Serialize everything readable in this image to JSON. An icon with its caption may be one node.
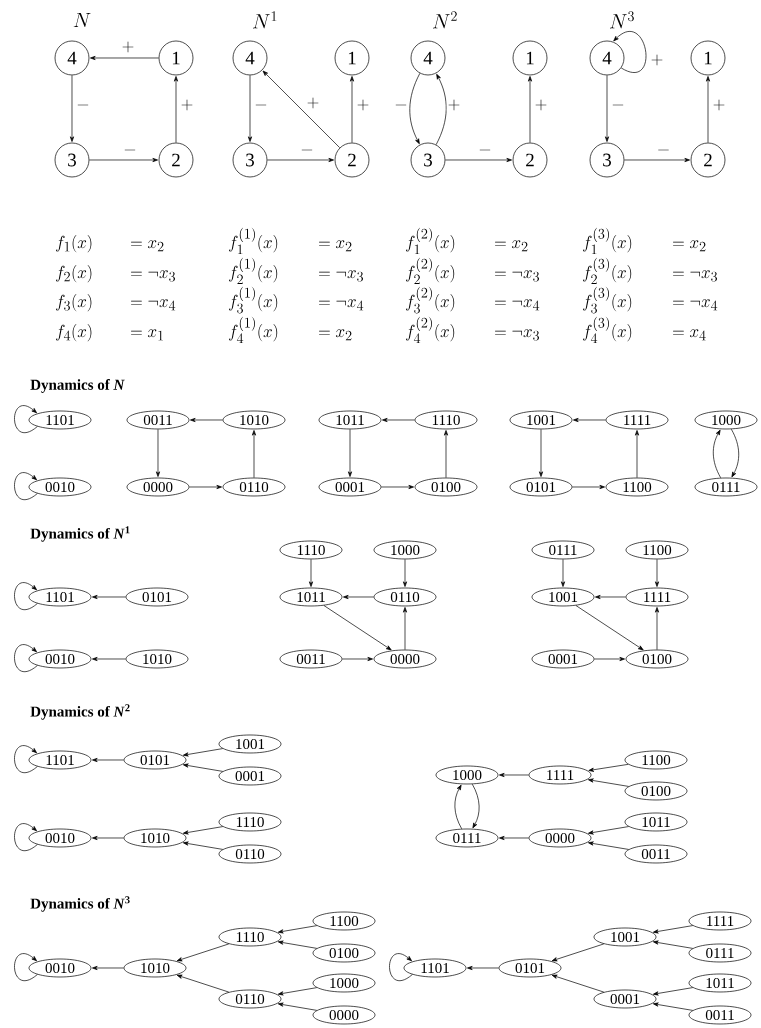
{
  "diagram": {
    "nodes": [
      {
        "text": [
          "4"
        ]
      },
      {
        "text": [
          "1"
        ]
      },
      {
        "text": [
          "3"
        ]
      },
      {
        "text": [
          "2"
        ]
      },
      {
        "text": [
          "4"
        ]
      },
      {
        "text": [
          "1"
        ]
      },
      {
        "text": [
          "3"
        ]
      },
      {
        "text": [
          "2"
        ]
      },
      {
        "text": [
          "4"
        ]
      },
      {
        "text": [
          "1"
        ]
      },
      {
        "text": [
          "3"
        ]
      },
      {
        "text": [
          "2"
        ]
      },
      {
        "text": [
          "4"
        ]
      },
      {
        "text": [
          "1"
        ]
      },
      {
        "text": [
          "3"
        ]
      },
      {
        "text": [
          "2"
        ]
      },
      {
        "text": [
          "1101"
        ]
      },
      {
        "text": [
          "0011"
        ]
      },
      {
        "text": [
          "1010"
        ]
      },
      {
        "text": [
          "1011"
        ]
      },
      {
        "text": [
          "1110"
        ]
      },
      {
        "text": [
          "1001"
        ]
      },
      {
        "text": [
          "1111"
        ]
      },
      {
        "text": [
          "1000"
        ]
      },
      {
        "text": [
          "0010"
        ]
      },
      {
        "text": [
          "0000"
        ]
      },
      {
        "text": [
          "0110"
        ]
      },
      {
        "text": [
          "0001"
        ]
      },
      {
        "text": [
          "0100"
        ]
      },
      {
        "text": [
          "0101"
        ]
      },
      {
        "text": [
          "1100"
        ]
      },
      {
        "text": [
          "0111"
        ]
      },
      {
        "text": [
          "1110"
        ]
      },
      {
        "text": [
          "1000"
        ]
      },
      {
        "text": [
          "0111"
        ]
      },
      {
        "text": [
          "1100"
        ]
      },
      {
        "text": [
          "1101"
        ]
      },
      {
        "text": [
          "0101"
        ]
      },
      {
        "text": [
          "1011"
        ]
      },
      {
        "text": [
          "0110"
        ]
      },
      {
        "text": [
          "1001"
        ]
      },
      {
        "text": [
          "1111"
        ]
      },
      {
        "text": [
          "0010"
        ]
      },
      {
        "text": [
          "1010"
        ]
      },
      {
        "text": [
          "0011"
        ]
      },
      {
        "text": [
          "0000"
        ]
      },
      {
        "text": [
          "0001"
        ]
      },
      {
        "text": [
          "0100"
        ]
      },
      {
        "text": [
          "1001"
        ]
      },
      {
        "text": [
          "1101"
        ]
      },
      {
        "text": [
          "0101"
        ]
      },
      {
        "text": [
          "1100"
        ]
      },
      {
        "text": [
          "1000"
        ]
      },
      {
        "text": [
          "1111"
        ]
      },
      {
        "text": [
          "0001"
        ]
      },
      {
        "text": [
          "0100"
        ]
      },
      {
        "text": [
          "1110"
        ]
      },
      {
        "text": [
          "1011"
        ]
      },
      {
        "text": [
          "0010"
        ]
      },
      {
        "text": [
          "1010"
        ]
      },
      {
        "text": [
          "0111"
        ]
      },
      {
        "text": [
          "0000"
        ]
      },
      {
        "text": [
          "0110"
        ]
      },
      {
        "text": [
          "0011"
        ]
      },
      {
        "text": [
          "1100"
        ]
      },
      {
        "text": [
          "1111"
        ]
      },
      {
        "text": [
          "1110"
        ]
      },
      {
        "text": [
          "1001"
        ]
      },
      {
        "text": [
          "0100"
        ]
      },
      {
        "text": [
          "0111"
        ]
      },
      {
        "text": [
          "0010"
        ]
      },
      {
        "text": [
          "1010"
        ]
      },
      {
        "text": [
          "1101"
        ]
      },
      {
        "text": [
          "0101"
        ]
      },
      {
        "text": [
          "1000"
        ]
      },
      {
        "text": [
          "1011"
        ]
      },
      {
        "text": [
          "0110"
        ]
      },
      {
        "text": [
          "0001"
        ]
      },
      {
        "text": [
          "0000"
        ]
      },
      {
        "text": [
          "0011"
        ]
      }
    ],
    "edges": [
      {
        "from": 1,
        "to": 0,
        "arrow": "to",
        "label": "+"
      },
      {
        "from": 0,
        "to": 2,
        "arrow": "to",
        "label": "-"
      },
      {
        "from": 2,
        "to": 3,
        "arrow": "to",
        "label": "-"
      },
      {
        "from": 3,
        "to": 1,
        "arrow": "to",
        "label": "+"
      },
      {
        "from": 7,
        "to": 4,
        "arrow": "to",
        "label": "+"
      },
      {
        "from": 4,
        "to": 6,
        "arrow": "to",
        "label": "-"
      },
      {
        "from": 6,
        "to": 7,
        "arrow": "to",
        "label": "-"
      },
      {
        "from": 7,
        "to": 5,
        "arrow": "to",
        "label": "+"
      },
      {
        "from": 8,
        "to": 10,
        "arrow": "to",
        "label": "-"
      },
      {
        "from": 10,
        "to": 8,
        "arrow": "to",
        "label": "+"
      },
      {
        "from": 10,
        "to": 11,
        "arrow": "to",
        "label": "-"
      },
      {
        "from": 11,
        "to": 9,
        "arrow": "to",
        "label": "+"
      },
      {
        "from": 12,
        "to": 12,
        "arrow": "to",
        "label": "+"
      },
      {
        "from": 12,
        "to": 14,
        "arrow": "to",
        "label": "-"
      },
      {
        "from": 14,
        "to": 15,
        "arrow": "to",
        "label": "-"
      },
      {
        "from": 15,
        "to": 13,
        "arrow": "to",
        "label": "+"
      },
      {
        "from": 16,
        "to": 16,
        "arrow": "to"
      },
      {
        "from": 24,
        "to": 24,
        "arrow": "to"
      },
      {
        "from": 18,
        "to": 17,
        "arrow": "to"
      },
      {
        "from": 17,
        "to": 25,
        "arrow": "to"
      },
      {
        "from": 25,
        "to": 26,
        "arrow": "to"
      },
      {
        "from": 26,
        "to": 18,
        "arrow": "to"
      },
      {
        "from": 20,
        "to": 19,
        "arrow": "to"
      },
      {
        "from": 19,
        "to": 27,
        "arrow": "to"
      },
      {
        "from": 27,
        "to": 28,
        "arrow": "to"
      },
      {
        "from": 28,
        "to": 20,
        "arrow": "to"
      },
      {
        "from": 22,
        "to": 21,
        "arrow": "to"
      },
      {
        "from": 21,
        "to": 29,
        "arrow": "to"
      },
      {
        "from": 29,
        "to": 30,
        "arrow": "to"
      },
      {
        "from": 30,
        "to": 22,
        "arrow": "to"
      },
      {
        "from": 23,
        "to": 31,
        "arrow": "to"
      },
      {
        "from": 31,
        "to": 23,
        "arrow": "to"
      },
      {
        "from": 36,
        "to": 36,
        "arrow": "to"
      },
      {
        "from": 37,
        "to": 36,
        "arrow": "to"
      },
      {
        "from": 42,
        "to": 42,
        "arrow": "to"
      },
      {
        "from": 43,
        "to": 42,
        "arrow": "to"
      },
      {
        "from": 32,
        "to": 38,
        "arrow": "to"
      },
      {
        "from": 33,
        "to": 39,
        "arrow": "to"
      },
      {
        "from": 39,
        "to": 38,
        "arrow": "to"
      },
      {
        "from": 38,
        "to": 45,
        "arrow": "to"
      },
      {
        "from": 45,
        "to": 39,
        "arrow": "to"
      },
      {
        "from": 44,
        "to": 45,
        "arrow": "to"
      },
      {
        "from": 34,
        "to": 40,
        "arrow": "to"
      },
      {
        "from": 35,
        "to": 41,
        "arrow": "to"
      },
      {
        "from": 41,
        "to": 40,
        "arrow": "to"
      },
      {
        "from": 40,
        "to": 47,
        "arrow": "to"
      },
      {
        "from": 47,
        "to": 41,
        "arrow": "to"
      },
      {
        "from": 46,
        "to": 47,
        "arrow": "to"
      },
      {
        "from": 49,
        "to": 49,
        "arrow": "to"
      },
      {
        "from": 50,
        "to": 49,
        "arrow": "to"
      },
      {
        "from": 48,
        "to": 50,
        "arrow": "to"
      },
      {
        "from": 54,
        "to": 50,
        "arrow": "to"
      },
      {
        "from": 58,
        "to": 58,
        "arrow": "to"
      },
      {
        "from": 59,
        "to": 58,
        "arrow": "to"
      },
      {
        "from": 56,
        "to": 59,
        "arrow": "to"
      },
      {
        "from": 62,
        "to": 59,
        "arrow": "to"
      },
      {
        "from": 53,
        "to": 52,
        "arrow": "to"
      },
      {
        "from": 51,
        "to": 53,
        "arrow": "to"
      },
      {
        "from": 55,
        "to": 53,
        "arrow": "to"
      },
      {
        "from": 52,
        "to": 60,
        "arrow": "to"
      },
      {
        "from": 60,
        "to": 52,
        "arrow": "to"
      },
      {
        "from": 61,
        "to": 60,
        "arrow": "to"
      },
      {
        "from": 57,
        "to": 61,
        "arrow": "to"
      },
      {
        "from": 63,
        "to": 61,
        "arrow": "to"
      },
      {
        "from": 70,
        "to": 70,
        "arrow": "to"
      },
      {
        "from": 71,
        "to": 70,
        "arrow": "to"
      },
      {
        "from": 66,
        "to": 71,
        "arrow": "to"
      },
      {
        "from": 76,
        "to": 71,
        "arrow": "to"
      },
      {
        "from": 64,
        "to": 66,
        "arrow": "to"
      },
      {
        "from": 68,
        "to": 66,
        "arrow": "to"
      },
      {
        "from": 74,
        "to": 76,
        "arrow": "to"
      },
      {
        "from": 78,
        "to": 76,
        "arrow": "to"
      },
      {
        "from": 72,
        "to": 72,
        "arrow": "to"
      },
      {
        "from": 73,
        "to": 72,
        "arrow": "to"
      },
      {
        "from": 67,
        "to": 73,
        "arrow": "to"
      },
      {
        "from": 77,
        "to": 73,
        "arrow": "to"
      },
      {
        "from": 65,
        "to": 67,
        "arrow": "to"
      },
      {
        "from": 69,
        "to": 67,
        "arrow": "to"
      },
      {
        "from": 75,
        "to": 77,
        "arrow": "to"
      },
      {
        "from": 79,
        "to": 77,
        "arrow": "to"
      }
    ],
    "labels": [
      "N",
      "N^{1}",
      "N^{2}",
      "N^{3}",
      "f_{1}(x)",
      "= x_{2}",
      "f_{2}(x)",
      "= \\neg x_{3}",
      "f_{3}(x)",
      "= \\neg x_{4}",
      "f_{4}(x)",
      "= x_{1}",
      "f_{1}^{(1)}(x)",
      "= x_{2}",
      "f_{2}^{(1)}(x)",
      "= \\neg x_{3}",
      "f_{3}^{(1)}(x)",
      "= \\neg x_{4}",
      "f_{4}^{(1)}(x)",
      "= x_{2}",
      "f_{1}^{(2)}(x)",
      "= x_{2}",
      "f_{2}^{(2)}(x)",
      "= \\neg x_{3}",
      "f_{3}^{(2)}(x)",
      "= \\neg x_{4}",
      "f_{4}^{(2)}(x)",
      "= \\neg x_{3}",
      "f_{1}^{(3)}(x)",
      "= x_{2}",
      "f_{2}^{(3)}(x)",
      "= \\neg x_{3}",
      "f_{3}^{(3)}(x)",
      "= \\neg x_{4}",
      "f_{4}^{(3)}(x)",
      "= x_{4}",
      "Dynamics of *N*",
      "Dynamics of *N*$^{1}$",
      "Dynamics of *N*$^{2}$",
      "Dynamics of *N*$^{3}$"
    ]
  }
}
